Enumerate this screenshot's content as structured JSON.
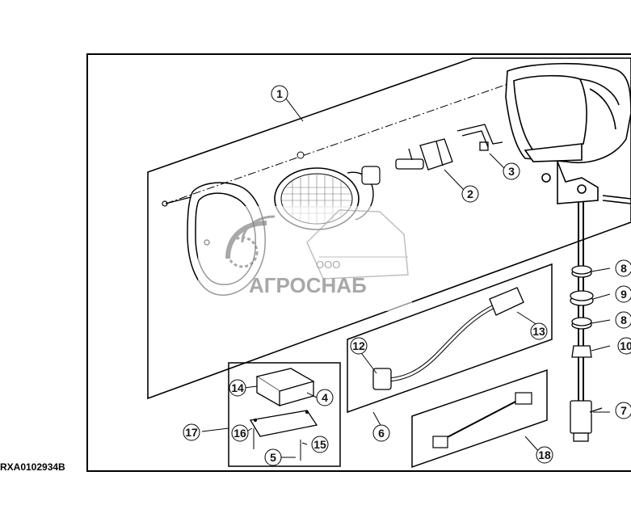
{
  "figure_id": "RXA0102934B",
  "watermark": {
    "line1": "ООО",
    "line2": "АГРОСНАБ"
  },
  "callouts": [
    "1",
    "2",
    "3",
    "4",
    "5",
    "6",
    "7",
    "8",
    "9",
    "8",
    "10",
    "12",
    "13",
    "14",
    "15",
    "16",
    "17",
    "18"
  ]
}
